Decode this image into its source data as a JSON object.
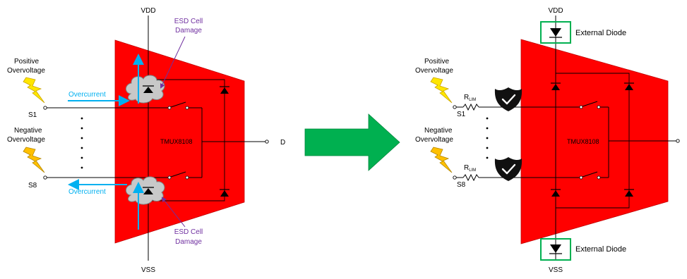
{
  "left": {
    "vdd": "VDD",
    "vss": "VSS",
    "positive_overvoltage": [
      "Positive",
      "Overvoltage"
    ],
    "negative_overvoltage": [
      "Negative",
      "Overvoltage"
    ],
    "s1": "S1",
    "s8": "S8",
    "d": "D",
    "device": "TMUX8108",
    "overcurrent_top": "Overcurrent",
    "overcurrent_bottom": "Overcurrent",
    "esd_damage_top": [
      "ESD Cell",
      "Damage"
    ],
    "esd_damage_bottom": [
      "ESD Cell",
      "Damage"
    ]
  },
  "right": {
    "vdd": "VDD",
    "vss": "VSS",
    "positive_overvoltage": [
      "Positive",
      "Overvoltage"
    ],
    "negative_overvoltage": [
      "Negative",
      "Overvoltage"
    ],
    "s1": "S1",
    "s8": "S8",
    "rlim_top": "R",
    "rlim_top_sub": "LIM",
    "rlim_bottom": "R",
    "rlim_bottom_sub": "LIM",
    "device": "TMUX8108",
    "external_diode_top": "External Diode",
    "external_diode_bottom": "External Diode"
  },
  "colors": {
    "device_fill": "#ff0000",
    "overcurrent": "#00b0f0",
    "esd_label": "#7030a0",
    "arrow": "#00b050",
    "external_diode_box": "#00b050",
    "lightning": "#ffe600"
  }
}
